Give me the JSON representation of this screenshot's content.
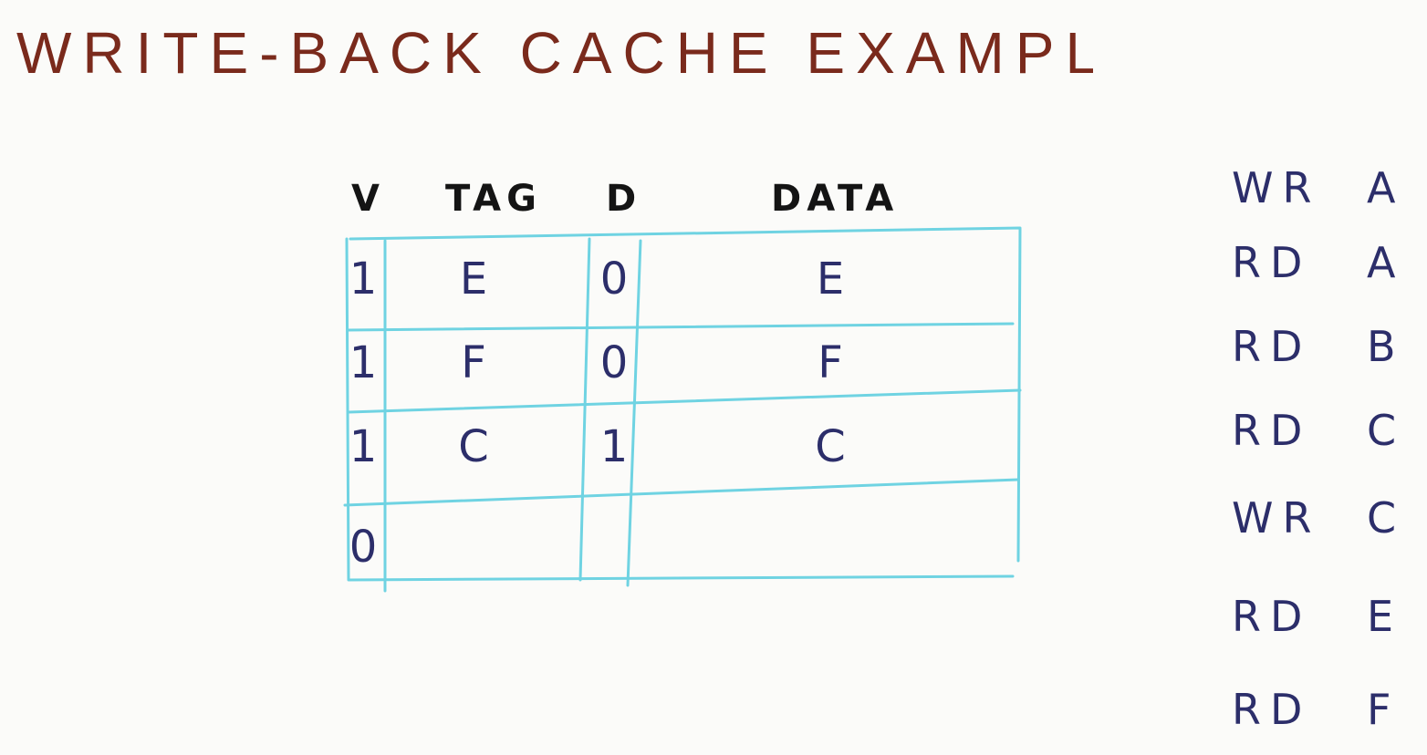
{
  "title": "WRITE-BACK   CACHE   EXAMPLE",
  "table": {
    "headers": [
      "V",
      "TAG",
      "D",
      "DATA"
    ],
    "rows": [
      {
        "v": "1",
        "tag": "E",
        "d": "0",
        "data": "E"
      },
      {
        "v": "1",
        "tag": "F",
        "d": "0",
        "data": "F"
      },
      {
        "v": "1",
        "tag": "C",
        "d": "1",
        "data": "C"
      },
      {
        "v": "0",
        "tag": "",
        "d": "",
        "data": ""
      }
    ]
  },
  "accesses": [
    {
      "op": "WR",
      "addr": "A"
    },
    {
      "op": "RD",
      "addr": "A"
    },
    {
      "op": "RD",
      "addr": "B"
    },
    {
      "op": "RD",
      "addr": "C"
    },
    {
      "op": "WR",
      "addr": "C"
    },
    {
      "op": "RD",
      "addr": "E"
    },
    {
      "op": "RD",
      "addr": "F"
    }
  ],
  "colors": {
    "title": "#7a2a1c",
    "ink": "#2c2e6a",
    "grid": "#6fd3e2",
    "header": "#141414"
  }
}
